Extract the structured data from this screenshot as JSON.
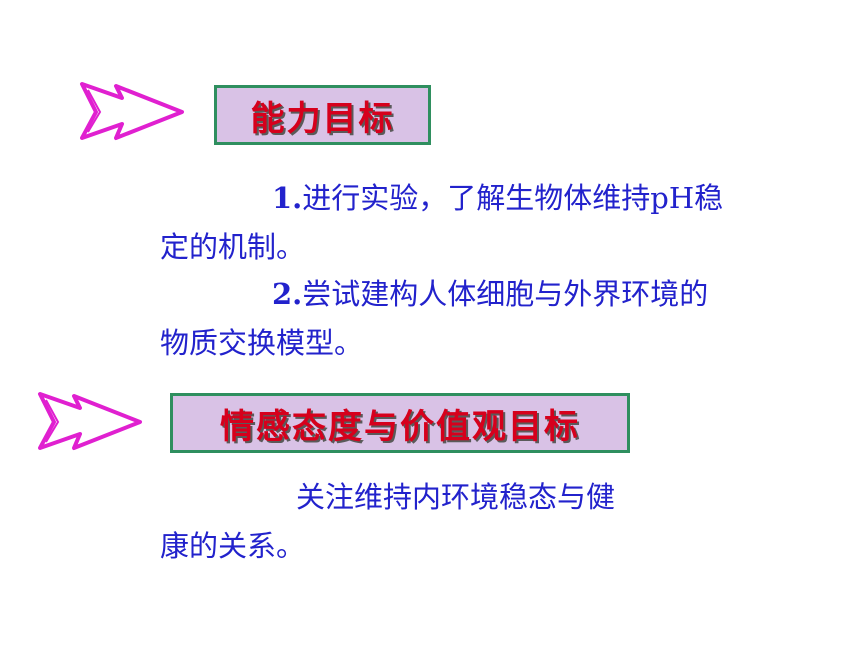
{
  "section1": {
    "title": "能力目标",
    "items": [
      {
        "num": "1.",
        "line1": "进行实验，了解生物体维持pH稳",
        "line2": "定的机制。"
      },
      {
        "num": "2.",
        "line1": "尝试建构人体细胞与外界环境的",
        "line2": "物质交换模型。"
      }
    ]
  },
  "section2": {
    "title": "情感态度与价值观目标",
    "line1": "关注维持内环境稳态与健",
    "line2": "康的关系。"
  },
  "colors": {
    "title_text": "#d6001c",
    "title_bg": "#d9c2e6",
    "title_border": "#2f8f5f",
    "body_text": "#2222cc",
    "arrow_fill": "#ffffff",
    "arrow_stroke": "#e020d0"
  },
  "icons": {
    "bullet": "zigzag-arrow-icon"
  }
}
